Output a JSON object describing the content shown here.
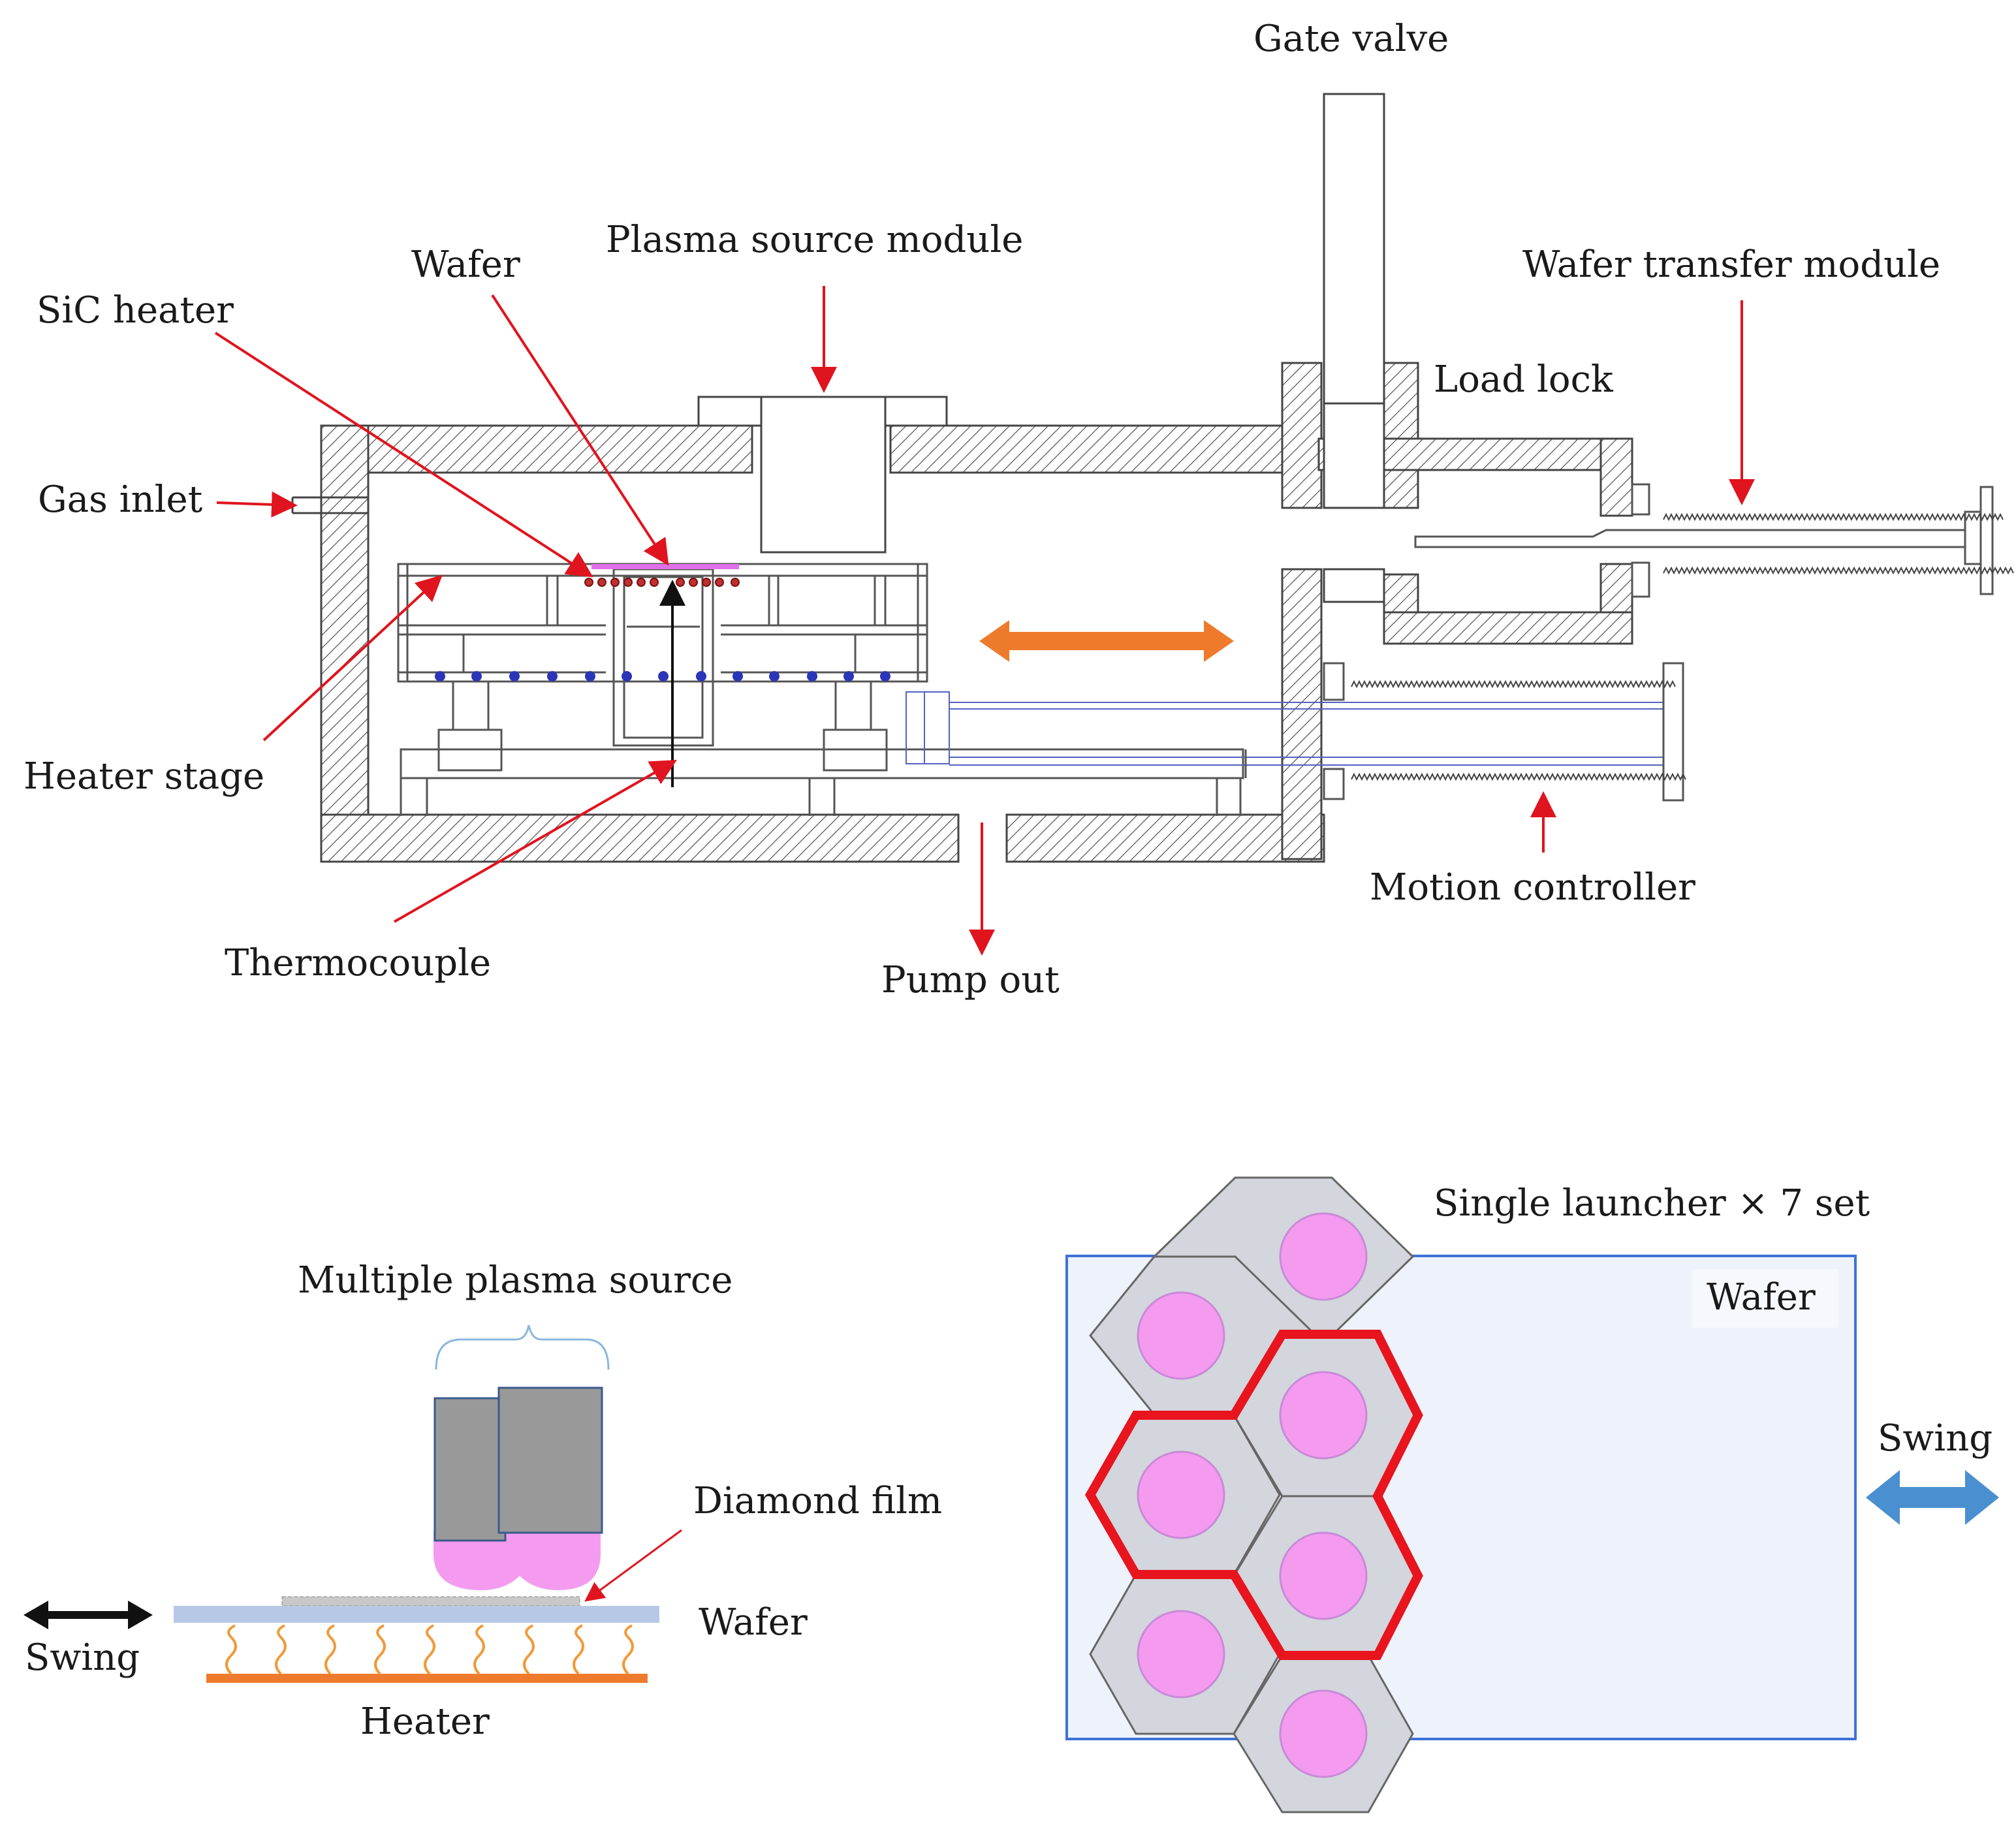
{
  "top_diagram": {
    "labels": {
      "gate_valve": "Gate valve",
      "plasma_source_module": "Plasma source module",
      "wafer": "Wafer",
      "wafer_transfer_module": "Wafer transfer module",
      "sic_heater": "SiC heater",
      "load_lock": "Load lock",
      "gas_inlet": "Gas inlet",
      "heater_stage": "Heater stage",
      "motion_controller": "Motion controller",
      "thermocouple": "Thermocouple",
      "pump_out": "Pump out"
    }
  },
  "bottom_left": {
    "labels": {
      "multiple_plasma_source": "Multiple plasma source",
      "diamond_film": "Diamond film",
      "wafer": "Wafer",
      "swing": "Swing",
      "heater": "Heater"
    }
  },
  "bottom_right": {
    "labels": {
      "single_launcher": "Single launcher × 7 set",
      "wafer": "Wafer",
      "swing": "Swing"
    }
  },
  "colors": {
    "callout_arrow": "#e0141e",
    "motion_arrow": "#ee7b2c",
    "swing_arrow": "#4a90d0",
    "plasma": "#f49bf0",
    "hex_highlight": "#e8141e",
    "wafer_fill": "#eef3fb",
    "wafer_border": "#3f72d9"
  }
}
